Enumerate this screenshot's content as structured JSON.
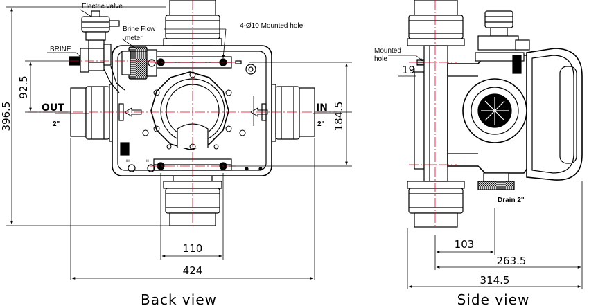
{
  "back_view": {
    "caption": "Back view",
    "labels": {
      "electric_valve": "Electric valve",
      "brine_flow_meter_1": "Brine Flow",
      "brine_flow_meter_2": "meter",
      "brine": "BRINE",
      "mounted_hole": "4-Ø10  Mounted hole",
      "out": "OUT",
      "out_size": "2\"",
      "in": "IN",
      "in_size": "2\""
    },
    "dimensions": {
      "height_total": "396.5",
      "height_brine": "92.5",
      "height_right": "184.5",
      "width_inner": "110",
      "width_total": "424"
    }
  },
  "side_view": {
    "caption": "Side view",
    "labels": {
      "mounted_hole_1": "Mounted",
      "mounted_hole_2": "hole",
      "drain": "Drain 2\""
    },
    "dimensions": {
      "offset_small": "19",
      "width_103": "103",
      "width_263": "263.5",
      "width_314": "314.5"
    }
  }
}
